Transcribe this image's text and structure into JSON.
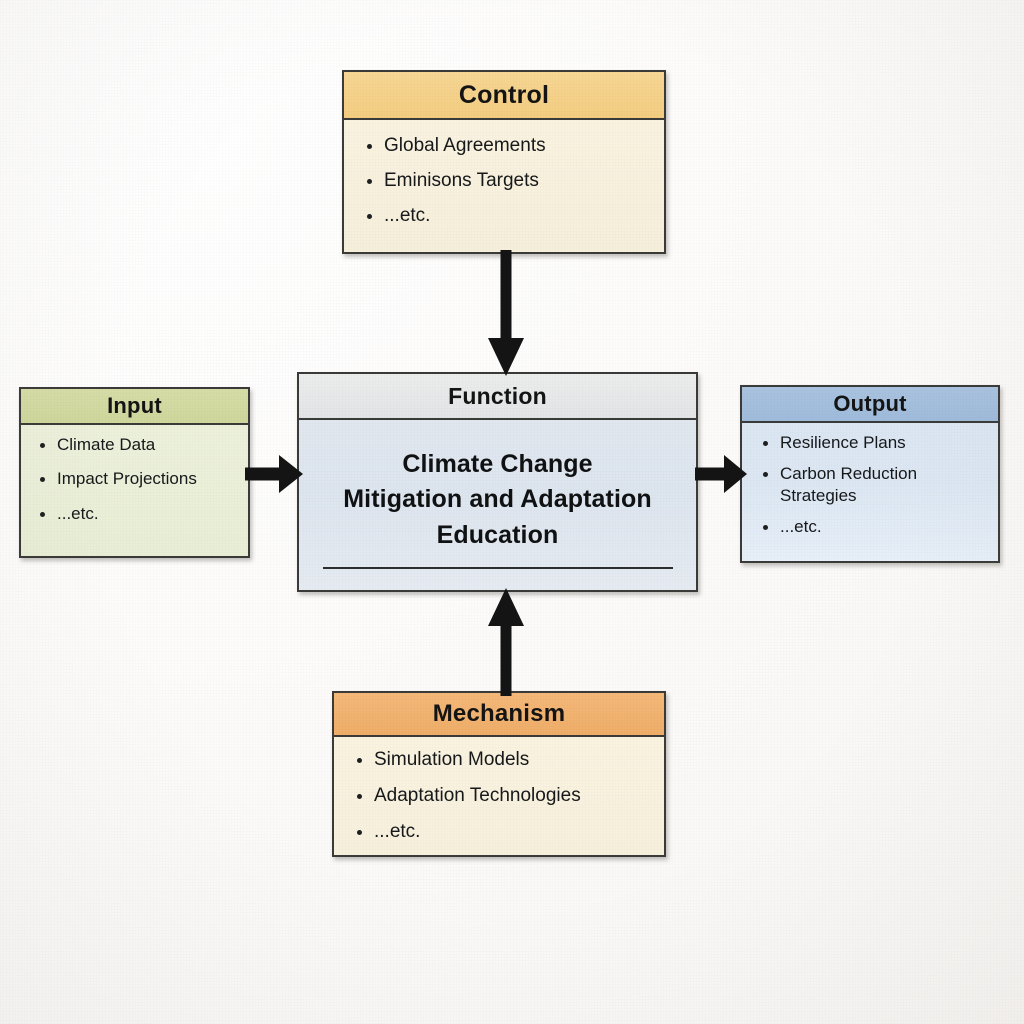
{
  "diagram": {
    "type": "IDEF0 function block diagram",
    "colors": {
      "control_header": "#f3cd80",
      "control_body": "#f6efdc",
      "input_header": "#cfd79c",
      "input_body": "#e9eed6",
      "function_header": "#e9ebec",
      "function_body": "#dde5ee",
      "output_header": "#9fbbdb",
      "output_body": "#dce7f3",
      "mechanism_header": "#efae69",
      "mechanism_body": "#f7f0dd",
      "border": "#3a3a38",
      "arrow": "#141414",
      "background": "#fbfafa"
    }
  },
  "control": {
    "title": "Control",
    "items": [
      "Global Agreements",
      "Eminisons Targets",
      "...etc."
    ]
  },
  "input": {
    "title": "Input",
    "items": [
      "Climate Data",
      "Impact Projections",
      "...etc."
    ]
  },
  "function": {
    "title": "Function",
    "name_line1": "Climate Change",
    "name_line2": "Mitigation and Adaptation",
    "name_line3": "Education"
  },
  "output": {
    "title": "Output",
    "items": [
      "Resilience Plans",
      "Carbon Reduction Strategies",
      "...etc."
    ]
  },
  "mechanism": {
    "title": "Mechanism",
    "items": [
      "Simulation Models",
      "Adaptation Technologies",
      "...etc."
    ]
  },
  "arrows": {
    "control_to_function": "down",
    "input_to_function": "right",
    "function_to_output": "right",
    "mechanism_to_function": "up"
  }
}
